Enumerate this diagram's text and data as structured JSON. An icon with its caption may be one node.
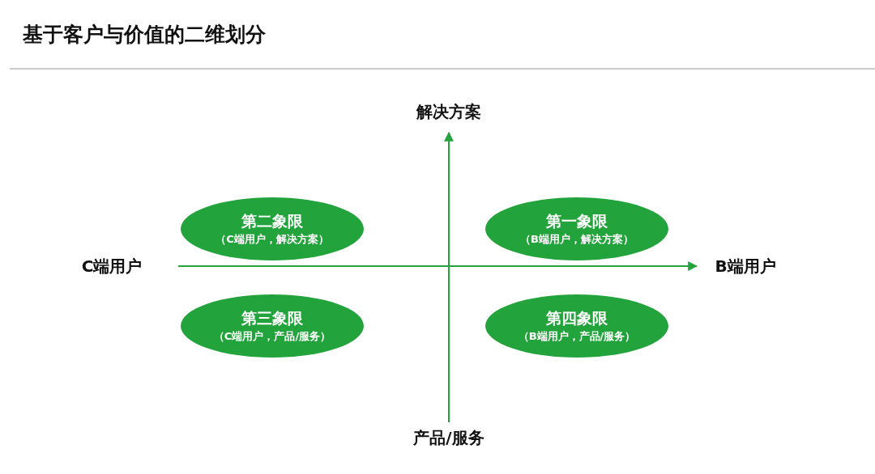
{
  "diagram": {
    "title": "基于客户与价值的二维划分",
    "nodes": [
      {
        "text": [
          "第二象限",
          "（C端用户，解决方案）"
        ]
      },
      {
        "text": [
          "第一象限",
          "（B端用户，解决方案）"
        ]
      },
      {
        "text": [
          "第三象限",
          "（C端用户，产品/服务）"
        ]
      },
      {
        "text": [
          "第四象限",
          "（B端用户，产品/服务）"
        ]
      }
    ],
    "edges": [],
    "labels": [
      "解决方案",
      "C端用户",
      "B端用户",
      "产品/服务"
    ]
  }
}
